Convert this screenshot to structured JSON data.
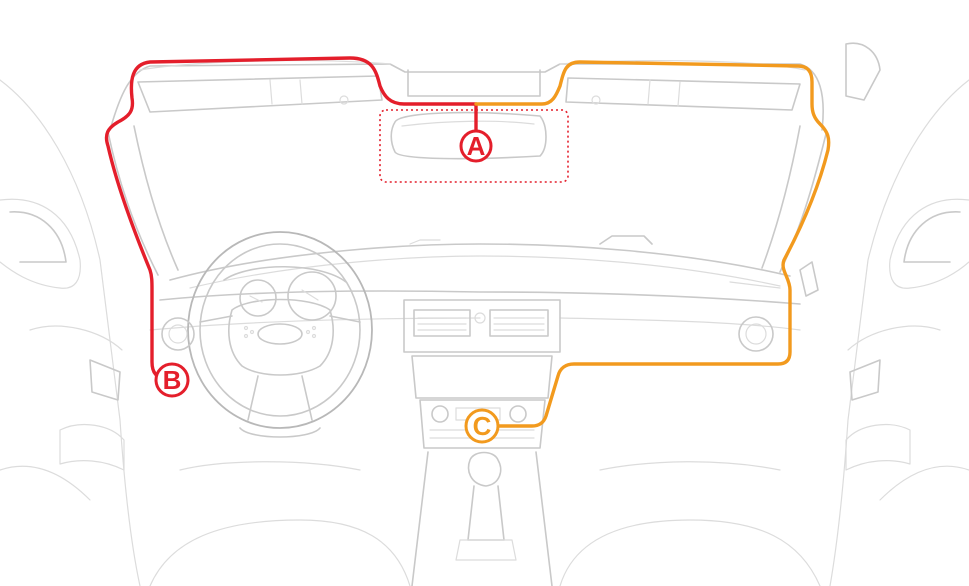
{
  "markers": {
    "a": {
      "letter": "A",
      "color": "#e41e2b"
    },
    "b": {
      "letter": "B",
      "color": "#e41e2b"
    },
    "c": {
      "letter": "C",
      "color": "#f29a1e"
    }
  },
  "colors": {
    "red_route": "#e41e2b",
    "orange_route": "#f29a1e",
    "line_art": "#c9c9c9",
    "background": "#ffffff"
  },
  "icons": [
    "car-interior-line-art",
    "mirror-mount-highlight",
    "cable-route-red",
    "cable-route-orange"
  ]
}
